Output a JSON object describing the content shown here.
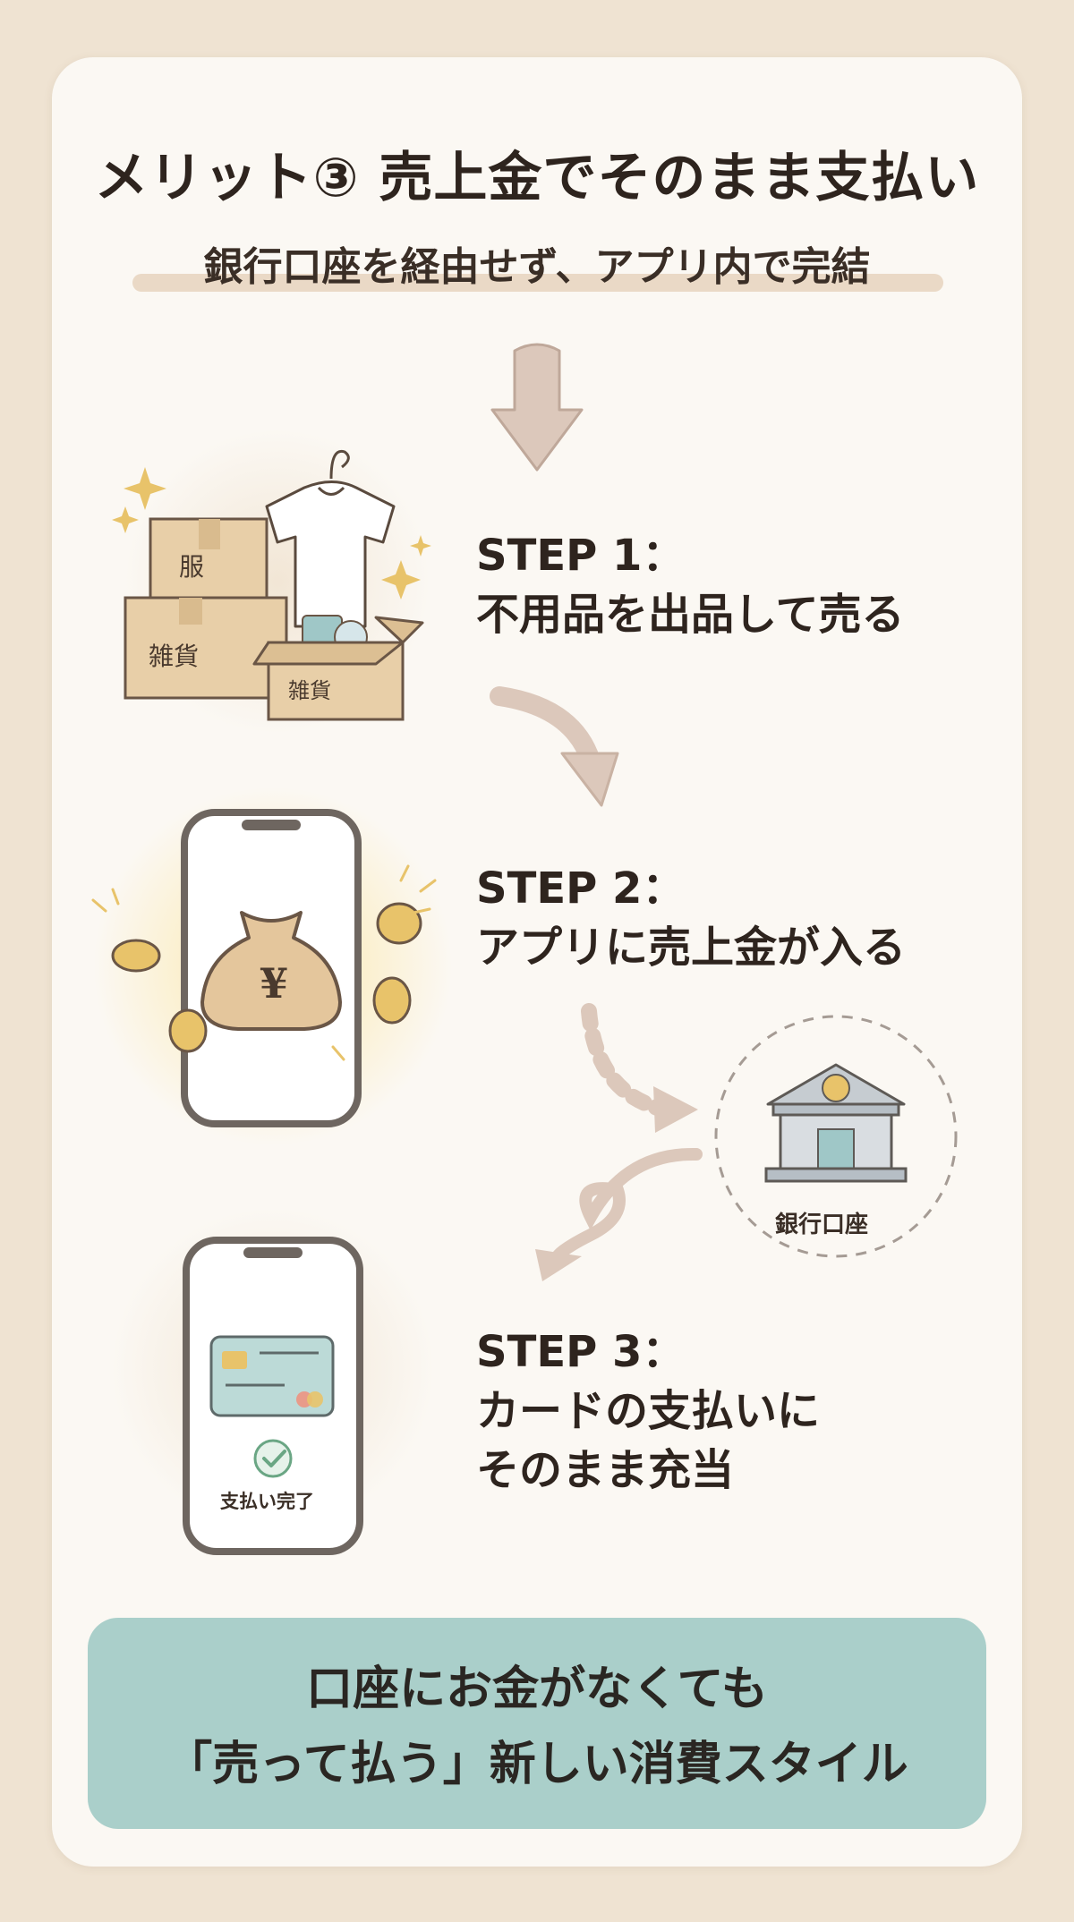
{
  "title": "メリット③ 売上金でそのまま支払い",
  "subtitle": "銀行口座を経由せず、アプリ内で完結",
  "steps": [
    {
      "label": "STEP 1：",
      "text": [
        "不用品を出品して売る"
      ]
    },
    {
      "label": "STEP 2：",
      "text": [
        "アプリに売上金が入る"
      ]
    },
    {
      "label": "STEP 3：",
      "text": [
        "カードの支払いに",
        "そのまま充当"
      ]
    }
  ],
  "illustrations": {
    "box_labels": [
      "服",
      "雑貨",
      "雑貨"
    ],
    "yen_symbol": "¥",
    "bank_label": "銀行口座",
    "payment_done_label": "支払い完了"
  },
  "footer": {
    "lines": [
      "口座にお金がなくても",
      "「売って払う」新しい消費スタイル"
    ]
  },
  "colors": {
    "background": "#efe3d2",
    "card": "#fbf8f3",
    "footer_box": "#aacfca",
    "arrow": "#dcc8bb",
    "box_cardboard": "#e8cfa8",
    "coin_gold": "#e8c36a"
  }
}
